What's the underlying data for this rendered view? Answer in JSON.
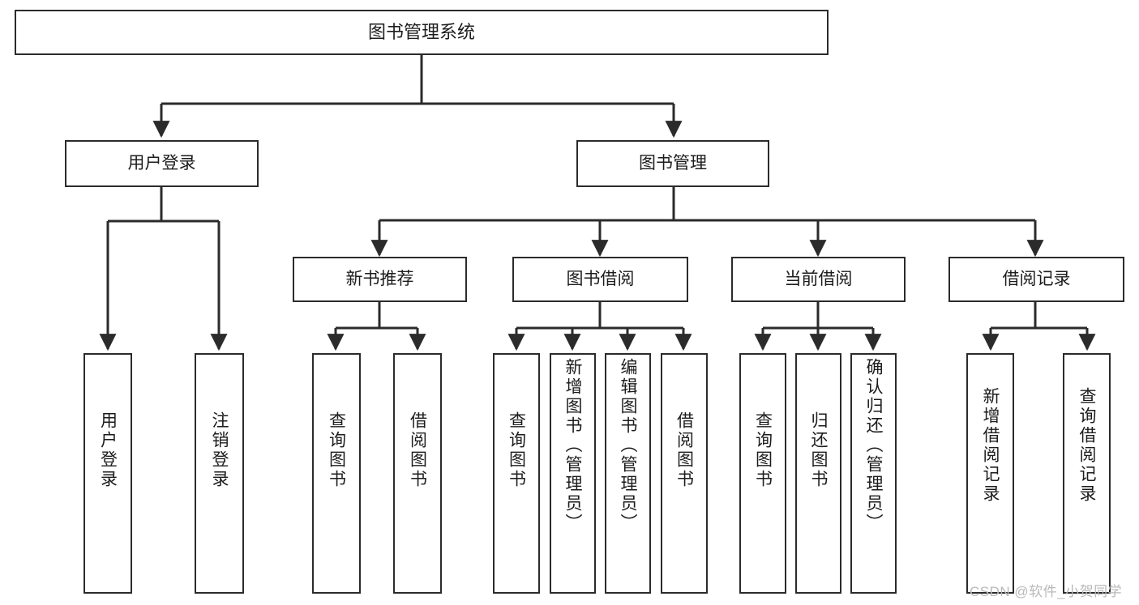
{
  "diagram": {
    "type": "tree-hierarchy",
    "title": "图书管理系统",
    "background_color": "#ffffff",
    "line_color": "#2b2b2b",
    "box_border_color": "#2b2b2b",
    "text_color": "#1c1c1c"
  },
  "nodes": {
    "root": {
      "label": "图书管理系统"
    },
    "level2": [
      {
        "label": "用户登录"
      },
      {
        "label": "图书管理"
      }
    ],
    "level3": [
      {
        "label": "新书推荐"
      },
      {
        "label": "图书借阅"
      },
      {
        "label": "当前借阅"
      },
      {
        "label": "借阅记录"
      }
    ],
    "leaves": {
      "user_login": [
        {
          "label": "用户登录"
        },
        {
          "label": "注销登录"
        }
      ],
      "new_book_recommend": [
        {
          "label": "查询图书"
        },
        {
          "label": "借阅图书"
        }
      ],
      "book_borrow": [
        {
          "label": "查询图书"
        },
        {
          "label": "新增图书（管理员）"
        },
        {
          "label": "编辑图书（管理员）"
        },
        {
          "label": "借阅图书"
        }
      ],
      "current_borrow": [
        {
          "label": "查询图书"
        },
        {
          "label": "归还图书"
        },
        {
          "label": "确认归还（管理员）"
        }
      ],
      "borrow_record": [
        {
          "label": "新增借阅记录"
        },
        {
          "label": "查询借阅记录"
        }
      ]
    }
  },
  "watermark": {
    "text": "CSDN @软件_小贺同学"
  }
}
